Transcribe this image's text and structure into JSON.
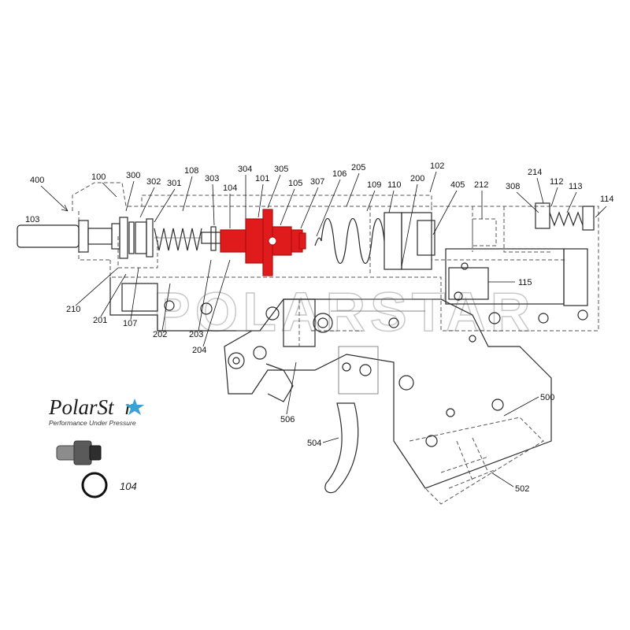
{
  "diagram": {
    "watermark": "POLARSTAR",
    "callouts": [
      {
        "id": "c400",
        "text": "400"
      },
      {
        "id": "c100",
        "text": "100"
      },
      {
        "id": "c300",
        "text": "300"
      },
      {
        "id": "c302",
        "text": "302"
      },
      {
        "id": "c301",
        "text": "301"
      },
      {
        "id": "c108",
        "text": "108"
      },
      {
        "id": "c303",
        "text": "303"
      },
      {
        "id": "c104",
        "text": "104"
      },
      {
        "id": "c304",
        "text": "304"
      },
      {
        "id": "c101",
        "text": "101"
      },
      {
        "id": "c305",
        "text": "305"
      },
      {
        "id": "c105",
        "text": "105"
      },
      {
        "id": "c307",
        "text": "307"
      },
      {
        "id": "c106",
        "text": "106"
      },
      {
        "id": "c205",
        "text": "205"
      },
      {
        "id": "c109",
        "text": "109"
      },
      {
        "id": "c110",
        "text": "110"
      },
      {
        "id": "c200",
        "text": "200"
      },
      {
        "id": "c102",
        "text": "102"
      },
      {
        "id": "c405",
        "text": "405"
      },
      {
        "id": "c212",
        "text": "212"
      },
      {
        "id": "c308",
        "text": "308"
      },
      {
        "id": "c214",
        "text": "214"
      },
      {
        "id": "c112",
        "text": "112"
      },
      {
        "id": "c113",
        "text": "113"
      },
      {
        "id": "c114",
        "text": "114"
      },
      {
        "id": "c103",
        "text": "103"
      },
      {
        "id": "c210",
        "text": "210"
      },
      {
        "id": "c201",
        "text": "201"
      },
      {
        "id": "c107",
        "text": "107"
      },
      {
        "id": "c202",
        "text": "202"
      },
      {
        "id": "c203",
        "text": "203"
      },
      {
        "id": "c204",
        "text": "204"
      },
      {
        "id": "c115",
        "text": "115"
      },
      {
        "id": "c506",
        "text": "506"
      },
      {
        "id": "c504",
        "text": "504"
      },
      {
        "id": "c500",
        "text": "500"
      },
      {
        "id": "c502",
        "text": "502"
      }
    ]
  },
  "logo": {
    "brand": "PolarSt",
    "brand_end": "r",
    "tagline": "Performance Under Pressure",
    "star_color": "#3aa0d8"
  },
  "part_photo": {
    "label": "104"
  },
  "colors": {
    "highlight": "#e01b1b",
    "line": "#2a2a2a"
  }
}
